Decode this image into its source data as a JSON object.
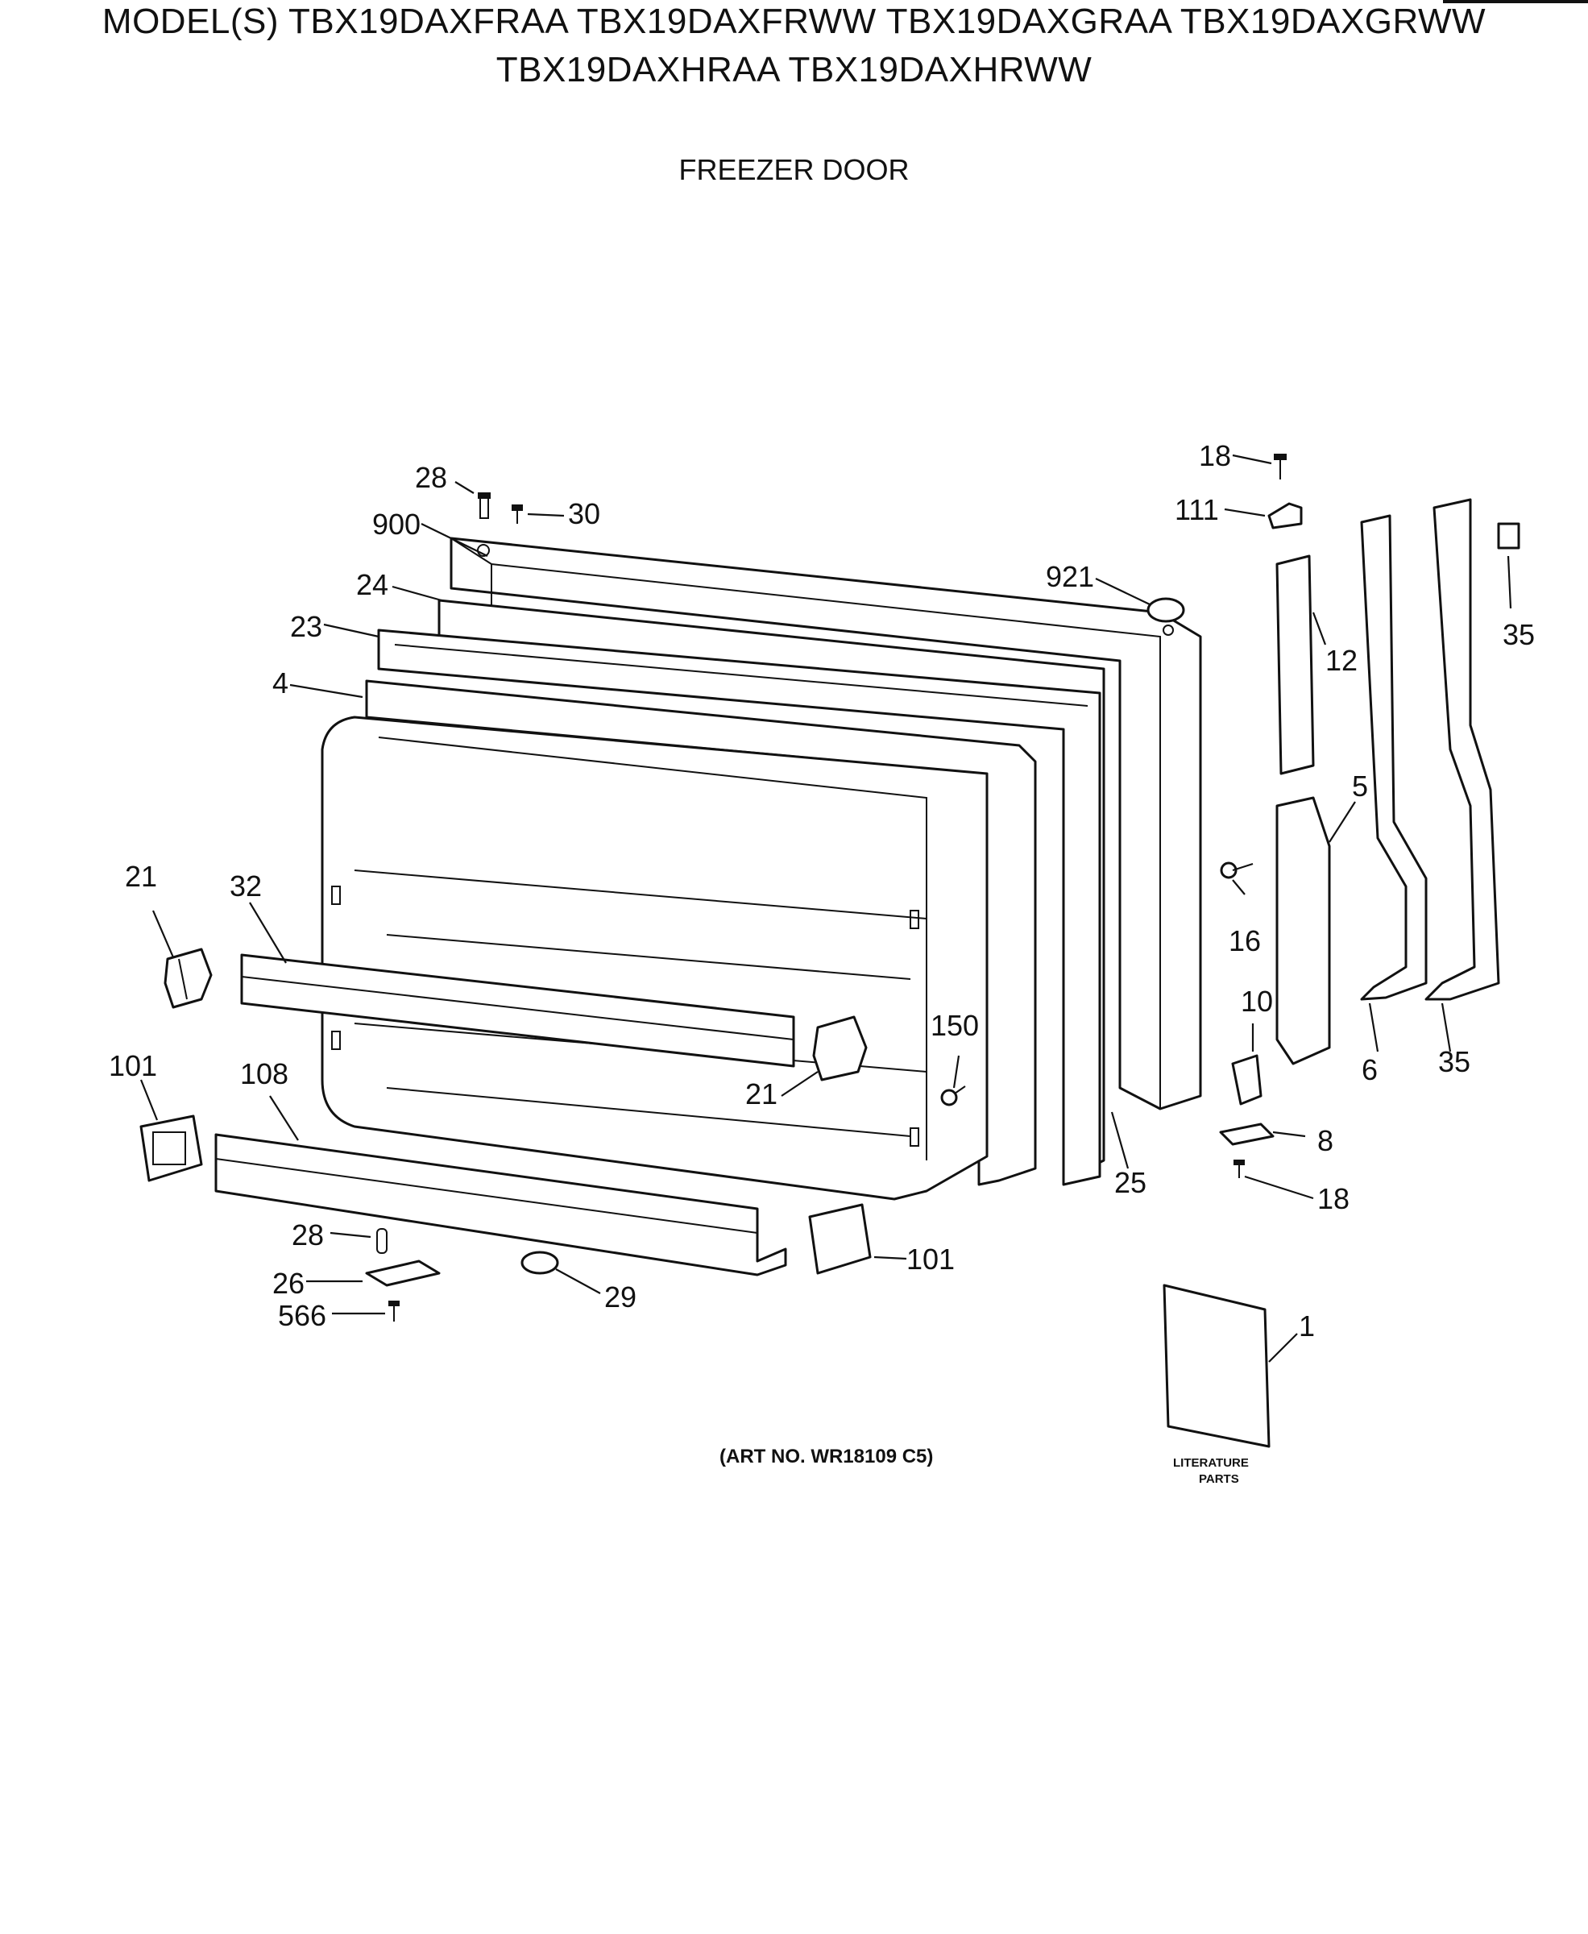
{
  "header": {
    "model_line_1": "MODEL(S) TBX19DAXFRAA  TBX19DAXFRWW  TBX19DAXGRAA  TBX19DAXGRWW",
    "model_line_2": "TBX19DAXHRAA  TBX19DAXHRWW",
    "subtitle": "FREEZER DOOR"
  },
  "callouts": {
    "p18_top": "18",
    "p111": "111",
    "p28_top": "28",
    "p30": "30",
    "p900": "900",
    "p921": "921",
    "p24": "24",
    "p23": "23",
    "p4": "4",
    "p12": "12",
    "p35_top": "35",
    "p5": "5",
    "p21_left": "21",
    "p32": "32",
    "p16": "16",
    "p150": "150",
    "p10": "10",
    "p101_left": "101",
    "p108": "108",
    "p21_mid": "21",
    "p6": "6",
    "p35_bottom": "35",
    "p8": "8",
    "p25": "25",
    "p18_bottom": "18",
    "p28_bottom": "28",
    "p101_right": "101",
    "p26": "26",
    "p29": "29",
    "p566": "566",
    "p1": "1"
  },
  "footer": {
    "art_number": "(ART NO. WR18109 C5)",
    "literature_line_1": "LITERATURE",
    "literature_line_2": "PARTS"
  }
}
